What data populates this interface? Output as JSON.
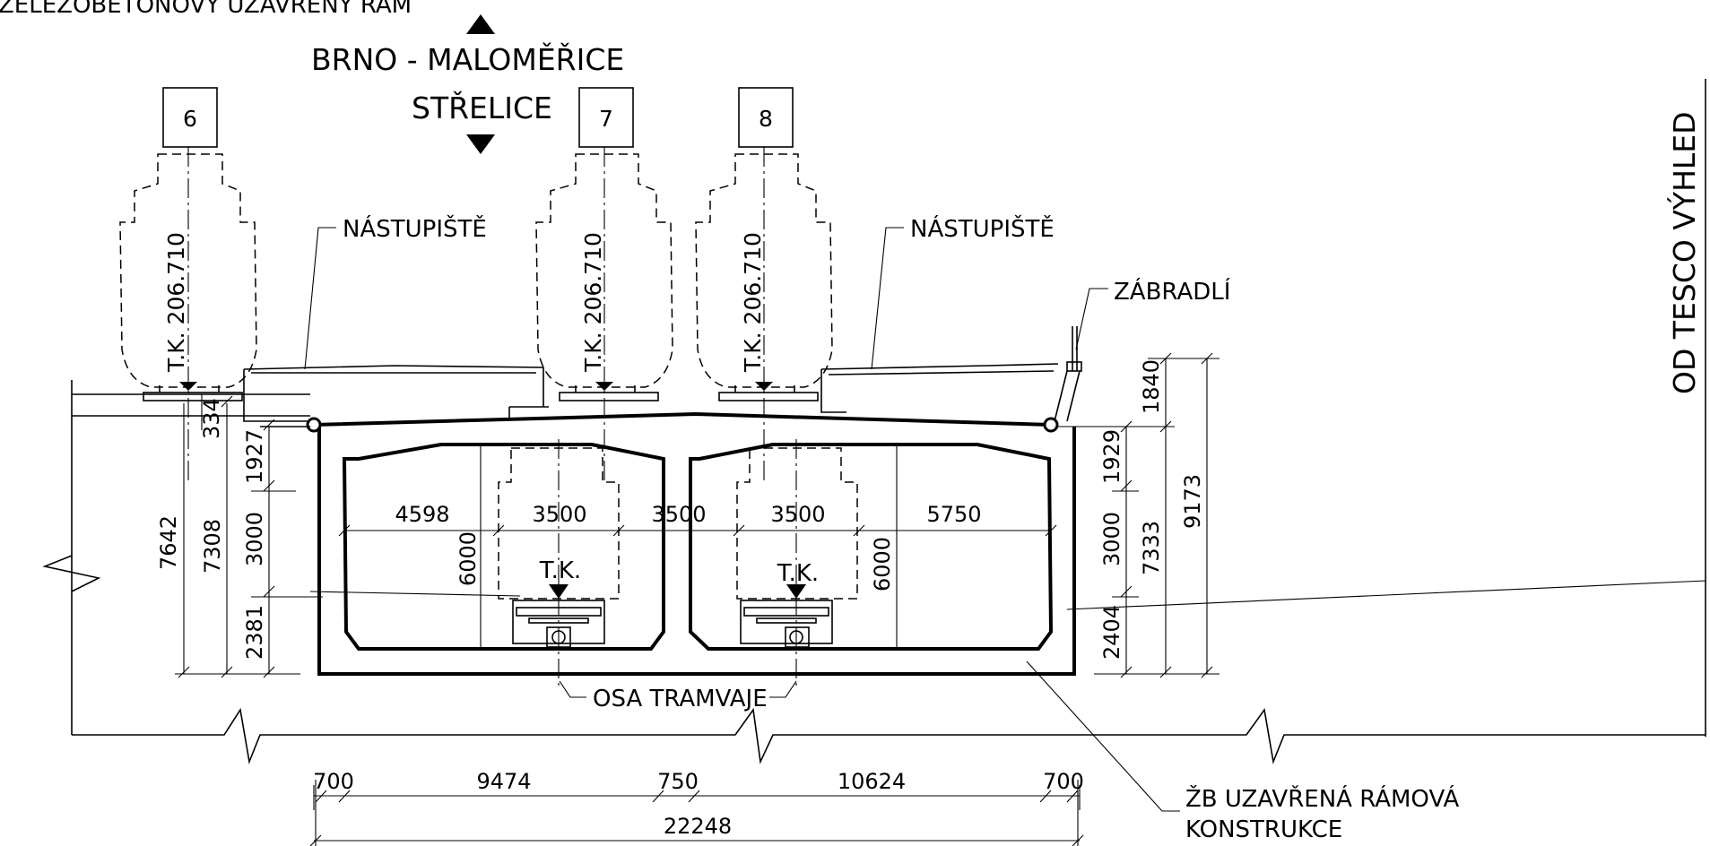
{
  "title": "ŽELEZOBETONOVÝ UZAVŘENÝ RÁM",
  "directions": {
    "line1": "BRNO - MALOMĚŘICE",
    "line2": "STŘELICE",
    "side": "OD TESCO VÝHLED"
  },
  "tracks": [
    {
      "number": "6",
      "tk_label": "T.K. 206.710"
    },
    {
      "number": "7",
      "tk_label": "T.K. 206.710"
    },
    {
      "number": "8",
      "tk_label": "T.K. 206.710"
    }
  ],
  "labels": {
    "platform_left": "NÁSTUPIŠTĚ",
    "platform_right": "NÁSTUPIŠTĚ",
    "railing": "ZÁBRADLÍ",
    "tk_left": "T.K.",
    "tk_right": "T.K.",
    "tram_axis": "OSA TRAMVAJE",
    "structure_line1": "ŽB UZAVŘENÁ RÁMOVÁ",
    "structure_line2": "KONSTRUKCE"
  },
  "dimensions": {
    "interior_horizontal": [
      "4598",
      "3500",
      "3500",
      "3500",
      "5750"
    ],
    "interior_vertical": [
      "6000",
      "6000"
    ],
    "left_vertical": [
      "7642",
      "7308",
      "3000",
      "2381",
      "1927",
      "334"
    ],
    "right_vertical": [
      "1840",
      "1929",
      "3000",
      "7333",
      "2404",
      "9173"
    ],
    "bottom_row": [
      "700",
      "9474",
      "750",
      "10624",
      "700"
    ],
    "total": "22248"
  }
}
